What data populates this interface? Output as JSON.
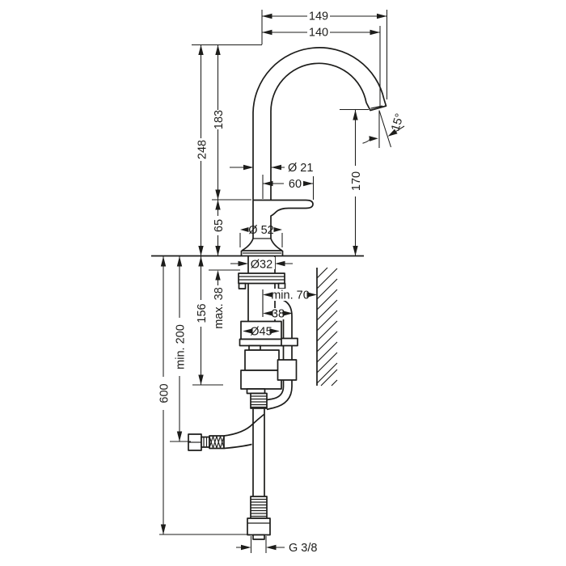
{
  "diagram": {
    "type": "technical-dimension-drawing",
    "subject": "single-hole basin mixer faucet with curved spout, side view with mounting hardware and supply hoses",
    "colors": {
      "background": "#ffffff",
      "line": "#1d1d1b"
    },
    "dimension_labels": {
      "top_width_overall": "149",
      "top_width_to_outlet": "140",
      "spout_top_to_handle": "183",
      "spout_top_to_deck": "248",
      "handle_to_deck": "65",
      "spout_pipe_diameter": "Ø 21",
      "handle_length": "60",
      "outlet_height_above_deck": "170",
      "outlet_angle": "15°",
      "base_diameter": "Ø 52",
      "shank_diameter": "Ø32",
      "min_wall_clearance": "min. 70",
      "hose_offset": "38",
      "valve_body_diameter": "Ø45",
      "max_deck_thickness": "max. 38",
      "body_depth_below_deck": "156",
      "min_hose_clearance": "min. 200",
      "hose_length": "600",
      "connection_thread": "G 3/8"
    }
  }
}
